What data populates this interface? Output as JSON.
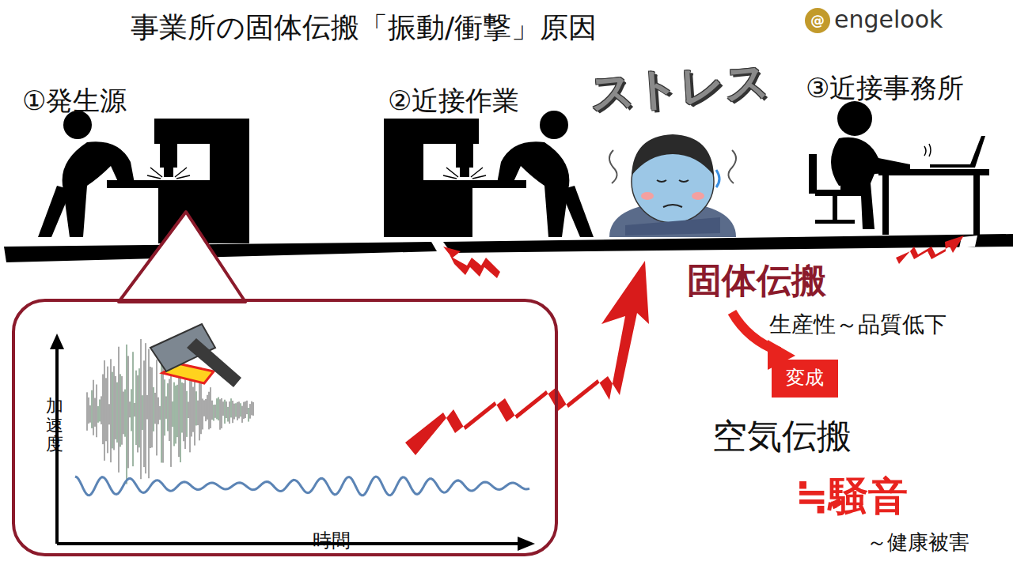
{
  "diagram": {
    "title": "事業所の固体伝搬「振動/衝撃」原因",
    "nodes": [
      {
        "text": [
          "加速度",
          "時間"
        ]
      },
      {
        "text": [
          "変成"
        ]
      }
    ],
    "labels": [
      "engelook",
      "①発生源",
      "②近接作業",
      "③近接事務所",
      "ストレス",
      "固体伝搬",
      "生産性～品質低下",
      "空気伝搬",
      "≒騒音",
      "～健康被害"
    ]
  }
}
